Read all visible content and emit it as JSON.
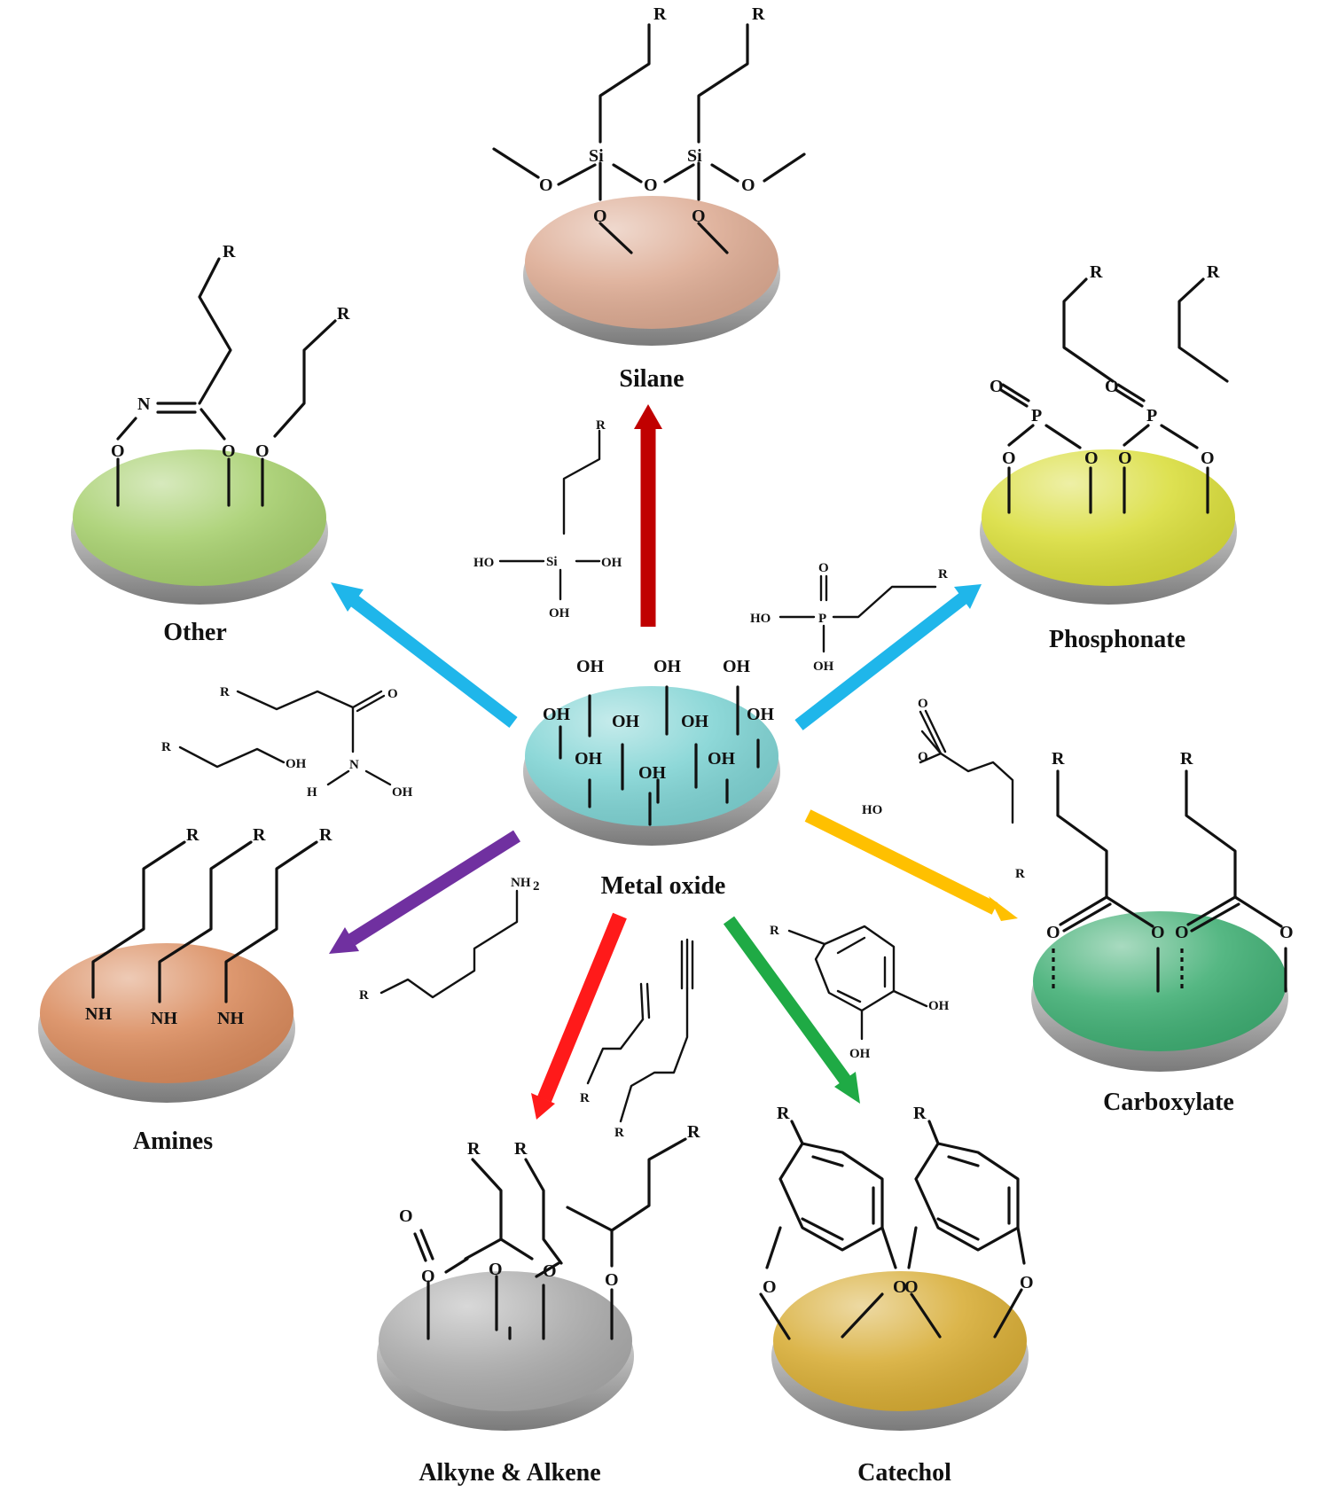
{
  "center": {
    "label": "Metal oxide",
    "surface_color": "#7fd3d3",
    "oh": "OH"
  },
  "disks": {
    "silane": {
      "label": "Silane",
      "color": "#dcaa92"
    },
    "phosphonate": {
      "label": "Phosphonate",
      "color": "#d9dd3a"
    },
    "carboxylate": {
      "label": "Carboxylate",
      "color": "#3fae73"
    },
    "catechol": {
      "label": "Catechol",
      "color": "#d7ac34"
    },
    "alkyne": {
      "label": "Alkyne & Alkene",
      "color": "#a9a9a9"
    },
    "amines": {
      "label": "Amines",
      "color": "#d98a5c"
    },
    "other": {
      "label": "Other",
      "color": "#a6cf6d"
    }
  },
  "arrows": {
    "silane": "#c00000",
    "phosphonate": "#1fb6ea",
    "other": "#1fb6ea",
    "carboxylate": "#ffc000",
    "catechol": "#1faa45",
    "alkyne": "#ff1a1a",
    "amines": "#7030a0"
  },
  "atoms": {
    "R": "R",
    "O": "O",
    "Si": "Si",
    "P": "P",
    "N": "N",
    "H": "H",
    "OH": "OH",
    "HO": "HO",
    "NH": "NH",
    "NH2": "NH",
    "sub2": "2"
  }
}
